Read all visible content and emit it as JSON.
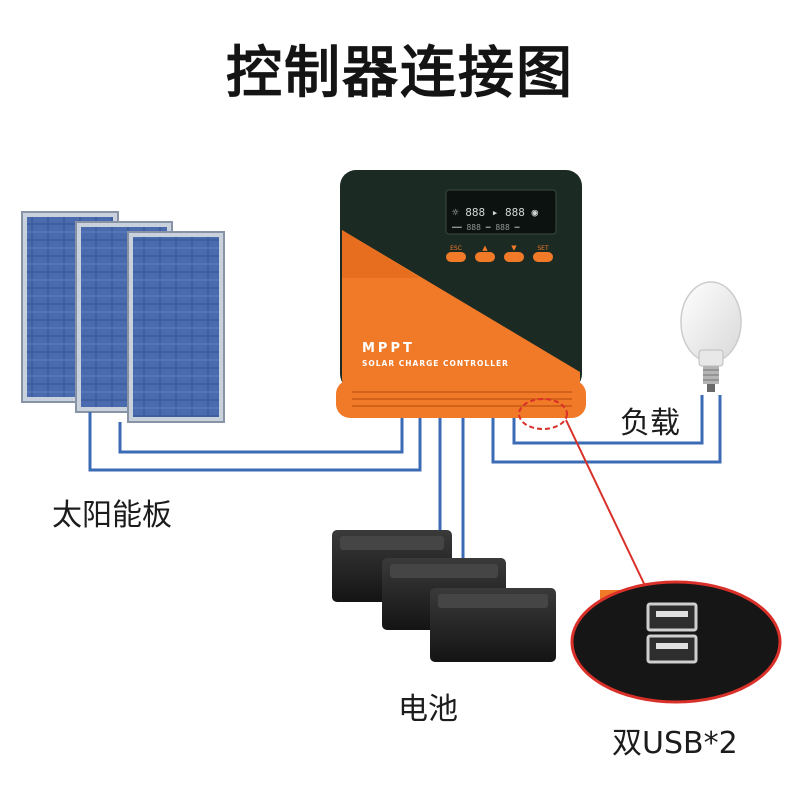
{
  "title": "控制器连接图",
  "labels": {
    "solar_panel": "太阳能板",
    "battery": "电池",
    "load": "负载",
    "usb": "双USB*2"
  },
  "controller": {
    "brand": "MPPT",
    "subtitle": "SOLAR CHARGE CONTROLLER",
    "buttons": [
      "ESC",
      "▲",
      "▼",
      "SET"
    ]
  },
  "colors": {
    "body": "#1c2a24",
    "accent": "#f07a28",
    "wire": "#3b6bb5",
    "highlight": "#d9302a",
    "panel": "#3d5c9a"
  }
}
